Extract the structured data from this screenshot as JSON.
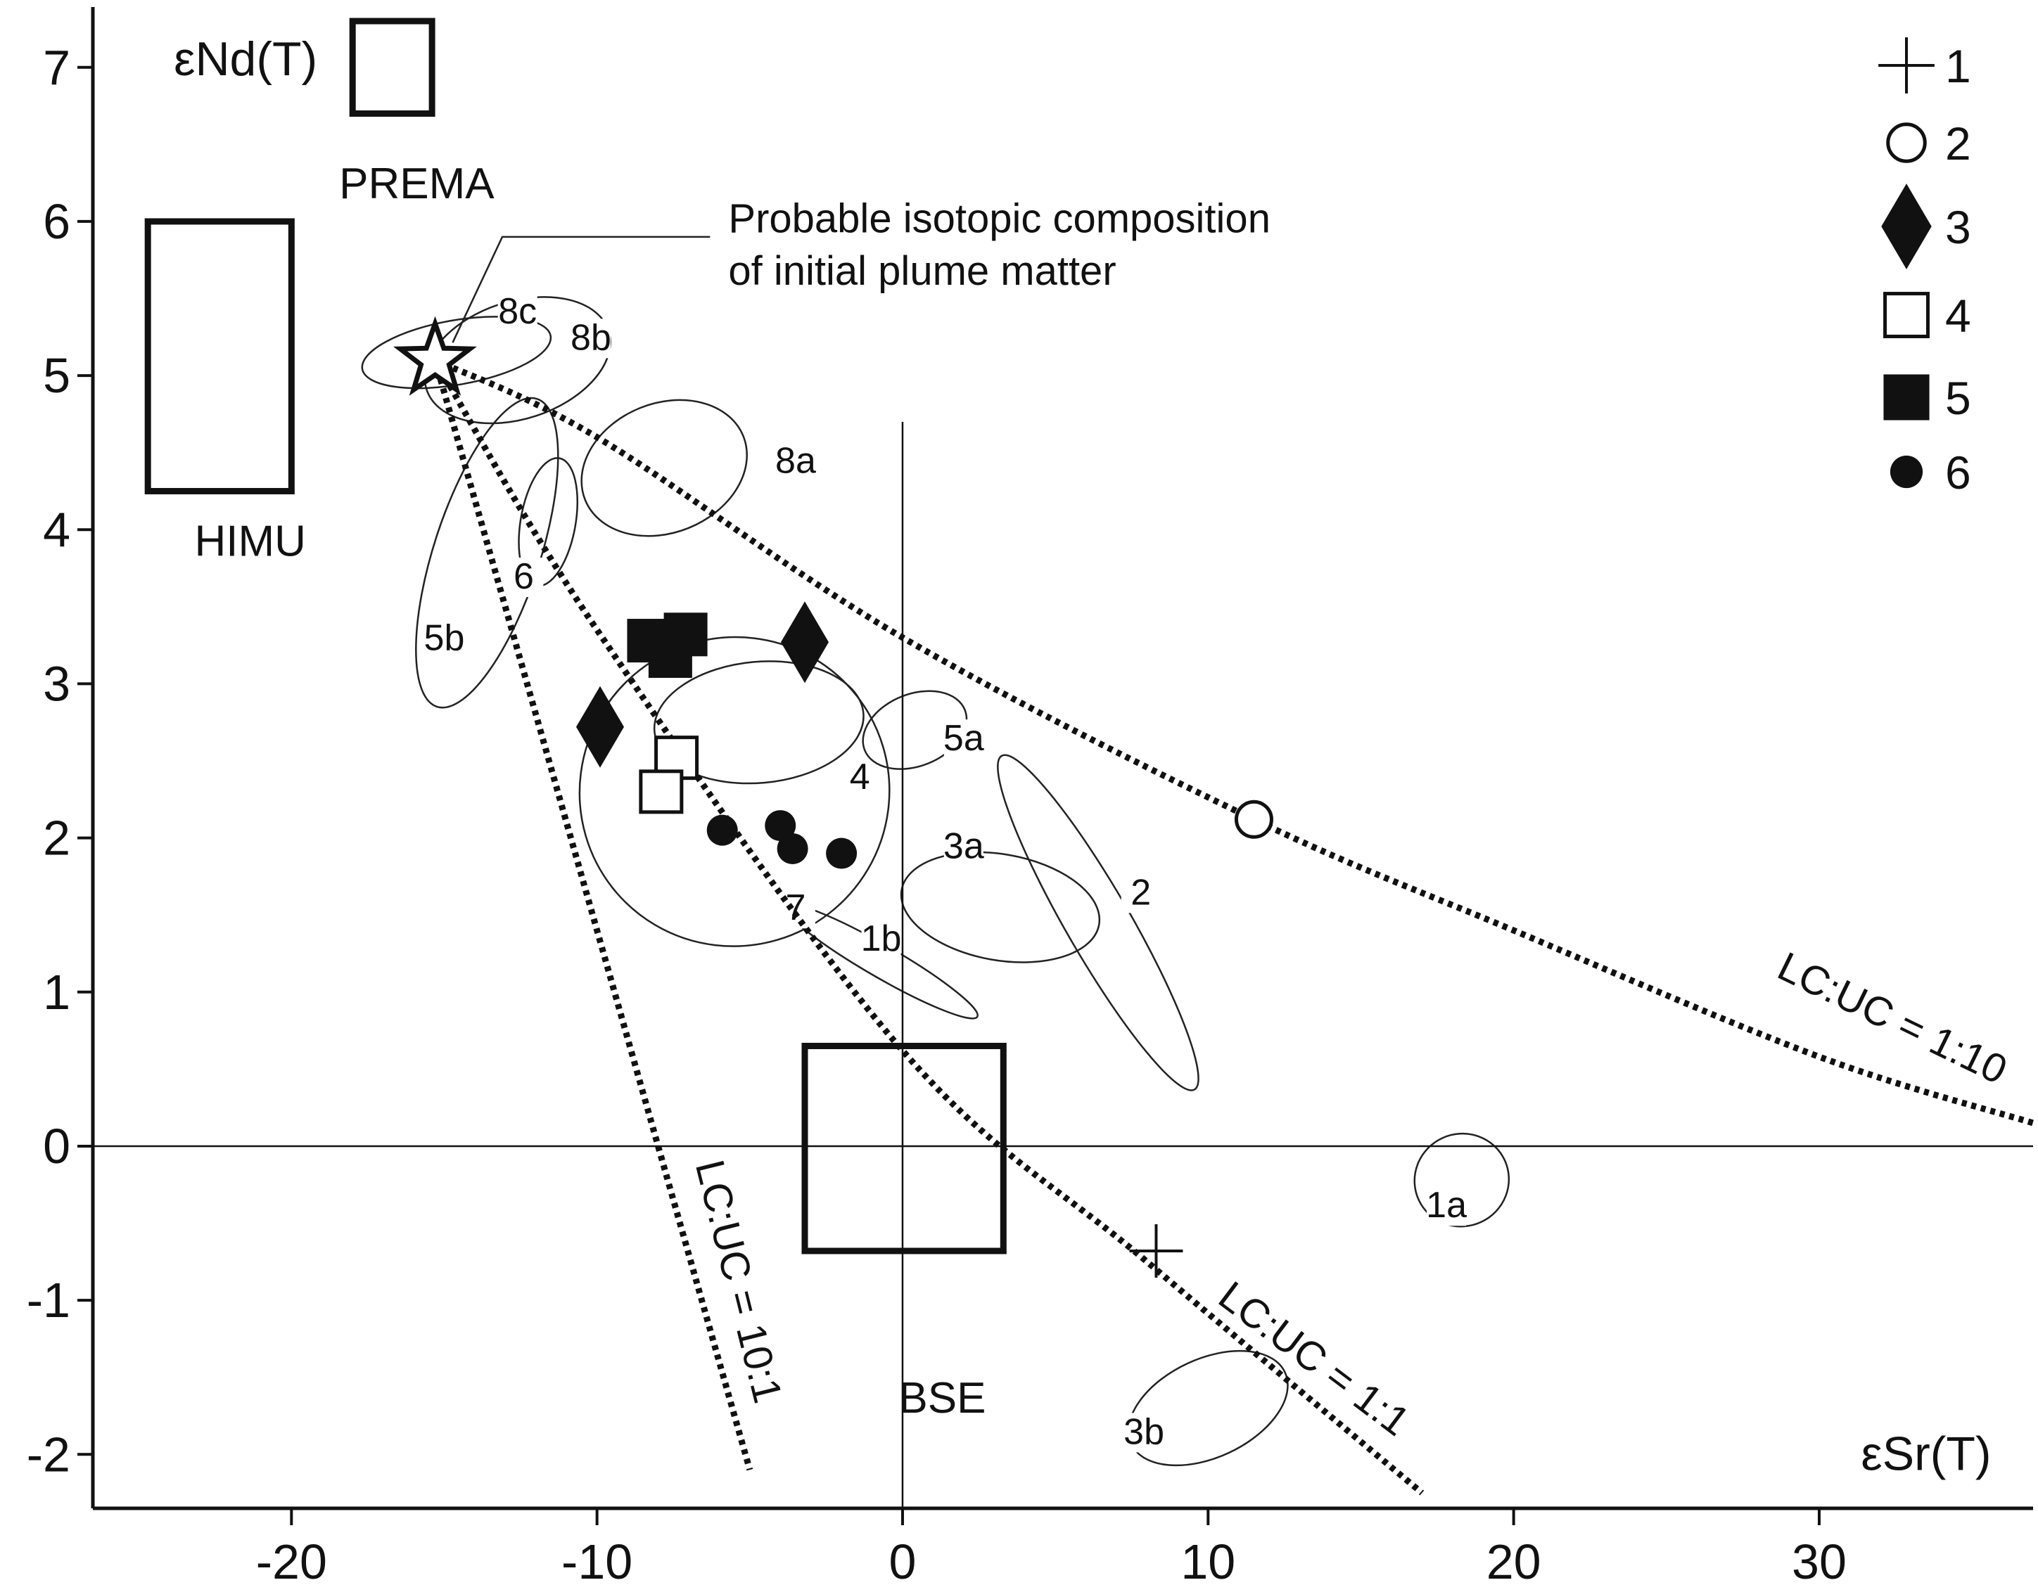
{
  "chart_data": {
    "type": "scatter",
    "xlabel": "εSr(T)",
    "ylabel": "εNd(T)",
    "xlim": [
      -26.5,
      37
    ],
    "ylim": [
      -2.35,
      7.3
    ],
    "x_ticks": [
      -20,
      -10,
      0,
      10,
      20,
      30
    ],
    "y_ticks": [
      7,
      6,
      5,
      4,
      3,
      2,
      1,
      0,
      -1,
      -2
    ],
    "x_tick_labels": [
      "-20",
      "-10",
      "0",
      "10",
      "20",
      "30"
    ],
    "y_tick_labels": [
      "7",
      "6",
      "5",
      "4",
      "3",
      "2",
      "1",
      "0",
      "-1",
      "-2"
    ],
    "grid": false,
    "legend_placement": "top-right",
    "legend": [
      {
        "label": "1",
        "marker": "plus"
      },
      {
        "label": "2",
        "marker": "open-circle"
      },
      {
        "label": "3",
        "marker": "filled-diamond"
      },
      {
        "label": "4",
        "marker": "open-square"
      },
      {
        "label": "5",
        "marker": "filled-square"
      },
      {
        "label": "6",
        "marker": "filled-circle"
      }
    ],
    "series": [
      {
        "name": "1",
        "marker": "plus",
        "points": [
          [
            8.3,
            -0.68
          ]
        ]
      },
      {
        "name": "2",
        "marker": "open-circle",
        "points": [
          [
            11.5,
            2.12
          ]
        ]
      },
      {
        "name": "3",
        "marker": "filled-diamond",
        "points": [
          [
            -3.2,
            3.27
          ],
          [
            -9.9,
            2.72
          ]
        ]
      },
      {
        "name": "4",
        "marker": "open-square",
        "points": [
          [
            -7.4,
            2.52
          ],
          [
            -7.9,
            2.3
          ]
        ]
      },
      {
        "name": "5",
        "marker": "filled-square",
        "points": [
          [
            -8.3,
            3.28
          ],
          [
            -7.1,
            3.32
          ],
          [
            -7.6,
            3.18
          ]
        ]
      },
      {
        "name": "6",
        "marker": "filled-circle",
        "points": [
          [
            -5.9,
            2.05
          ],
          [
            -4.0,
            2.08
          ],
          [
            -3.6,
            1.93
          ],
          [
            -2.0,
            1.9
          ]
        ]
      }
    ],
    "reference_lines": [
      {
        "x": 0
      },
      {
        "y": 0
      }
    ],
    "reference_boxes": [
      {
        "label": "PREMA",
        "x": [
          -18.0,
          -15.4
        ],
        "y": [
          6.7,
          7.3
        ]
      },
      {
        "label": "HIMU",
        "x": [
          -24.7,
          -20.0
        ],
        "y": [
          4.25,
          6.0
        ]
      },
      {
        "label": "BSE",
        "x": [
          -3.2,
          3.3
        ],
        "y": [
          -0.68,
          0.65
        ]
      }
    ],
    "mixing_lines": [
      {
        "label": "LC:UC = 1:10",
        "points": [
          [
            -15.3,
            5.1
          ],
          [
            -10,
            4.6
          ],
          [
            0,
            3.3
          ],
          [
            11.5,
            2.12
          ],
          [
            20,
            1.4
          ],
          [
            30,
            0.58
          ],
          [
            37,
            0.15
          ]
        ]
      },
      {
        "label": "LC:UC = 1:1",
        "points": [
          [
            -15.3,
            5.1
          ],
          [
            -10,
            3.35
          ],
          [
            0,
            0.62
          ],
          [
            8,
            -0.75
          ],
          [
            17,
            -2.25
          ]
        ]
      },
      {
        "label": "LC:UC = 10:1",
        "points": [
          [
            -15.3,
            5.1
          ],
          [
            -12,
            2.8
          ],
          [
            -8,
            0.0
          ],
          [
            -5,
            -2.1
          ]
        ]
      }
    ],
    "fields": [
      {
        "label": "1a",
        "cx": 18.3,
        "cy": -0.22,
        "rx": 2.5,
        "ry": 0.3,
        "angle": 25
      },
      {
        "label": "1b",
        "cx": -0.7,
        "cy": 1.2,
        "rx": 0.85,
        "ry": 0.72,
        "angle": -30
      },
      {
        "label": "2",
        "cx": 6.4,
        "cy": 1.45,
        "rx": 1.7,
        "ry": 1.25,
        "angle": -60
      },
      {
        "label": "3a",
        "cx": 3.2,
        "cy": 1.55,
        "rx": 2.8,
        "ry": 0.65,
        "angle": -10
      },
      {
        "label": "3b",
        "cx": 10.0,
        "cy": -1.7,
        "rx": 2.6,
        "ry": 0.55,
        "angle": 25
      },
      {
        "label": "4",
        "cx": -4.7,
        "cy": 2.75,
        "rx": 3.2,
        "ry": 0.68,
        "angle": 5
      },
      {
        "label": "5a",
        "cx": 0.4,
        "cy": 2.7,
        "rx": 1.9,
        "ry": 0.35,
        "angle": 22
      },
      {
        "label": "5b",
        "cx": -13.6,
        "cy": 3.85,
        "rx": 2.8,
        "ry": 1.05,
        "angle": 72
      },
      {
        "label": "6",
        "cx": -11.6,
        "cy": 4.05,
        "rx": 1.45,
        "ry": 0.42,
        "angle": 80
      },
      {
        "label": "7",
        "cx": -5.5,
        "cy": 2.3,
        "rx": 8.2,
        "ry": 1.0,
        "angle": 38
      },
      {
        "label": "8a",
        "cx": -7.8,
        "cy": 4.4,
        "rx": 4.5,
        "ry": 0.42,
        "angle": 22
      },
      {
        "label": "8b",
        "cx": -12.6,
        "cy": 5.1,
        "rx": 3.1,
        "ry": 0.62,
        "angle": 18
      },
      {
        "label": "8c",
        "cx": -14.6,
        "cy": 5.15,
        "rx": 1.7,
        "ry": 0.62,
        "angle": 10
      }
    ],
    "star": {
      "x": -15.3,
      "y": 5.1
    },
    "annotations": [
      {
        "text": "Probable isotopic composition",
        "anchor": "star"
      },
      {
        "text": "of initial plume matter",
        "anchor": "star"
      }
    ]
  }
}
